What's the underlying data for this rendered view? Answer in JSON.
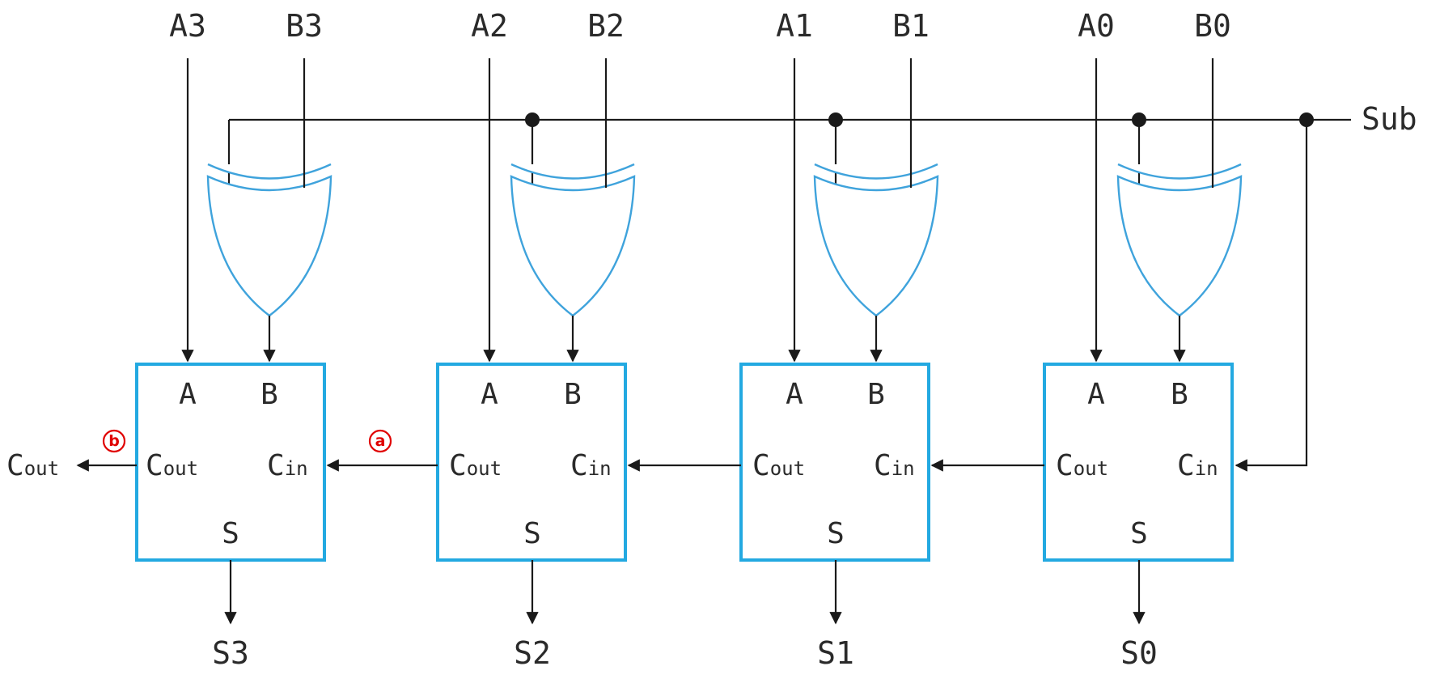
{
  "inputs": {
    "a3": "A3",
    "b3": "B3",
    "a2": "A2",
    "b2": "B2",
    "a1": "A1",
    "b1": "B1",
    "a0": "A0",
    "b0": "B0",
    "sub": "Sub"
  },
  "outputs": {
    "s3": "S3",
    "s2": "S2",
    "s1": "S1",
    "s0": "S0"
  },
  "ports": {
    "a": "A",
    "b": "B",
    "s": "S",
    "c": "C",
    "out_sub": "out",
    "in_sub": "in"
  },
  "annotations": {
    "mark_a": "a",
    "mark_b": "b"
  },
  "colors": {
    "block_border": "#23a9e1",
    "gate_outline": "#3fa3dc",
    "annotation": "#e00000",
    "wire": "#1a1a1a"
  }
}
